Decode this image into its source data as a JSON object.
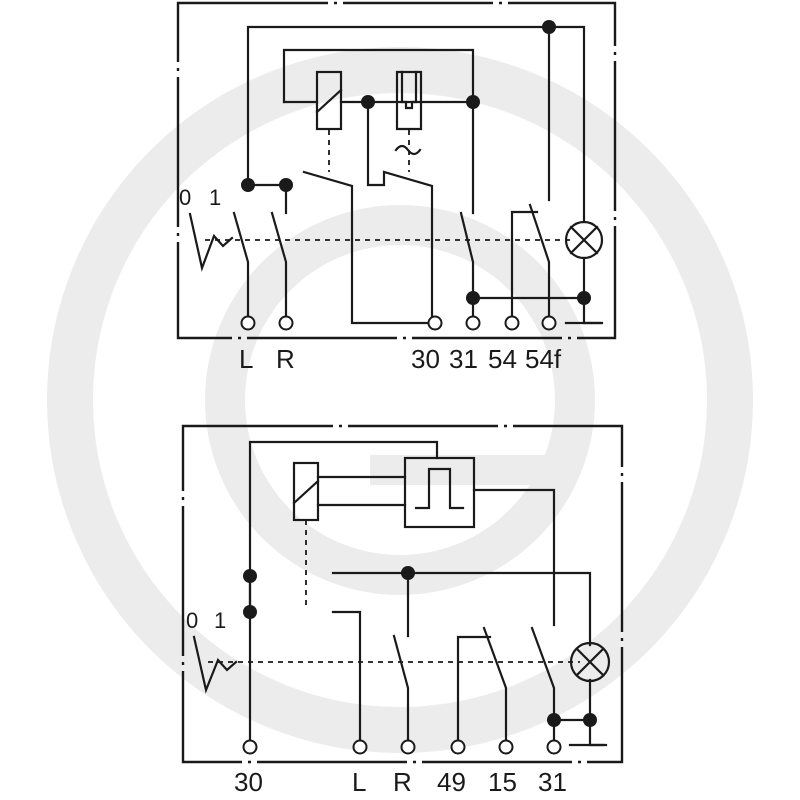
{
  "diagram_top": {
    "switch_positions": [
      "0",
      "1"
    ],
    "terminals": [
      "L",
      "R",
      "30",
      "31",
      "54",
      "54f"
    ]
  },
  "diagram_bottom": {
    "switch_positions": [
      "0",
      "1"
    ],
    "terminals": [
      "30",
      "L",
      "R",
      "49",
      "15",
      "31"
    ]
  },
  "colors": {
    "ink": "#1a1a1a",
    "watermark": "#ececec"
  }
}
